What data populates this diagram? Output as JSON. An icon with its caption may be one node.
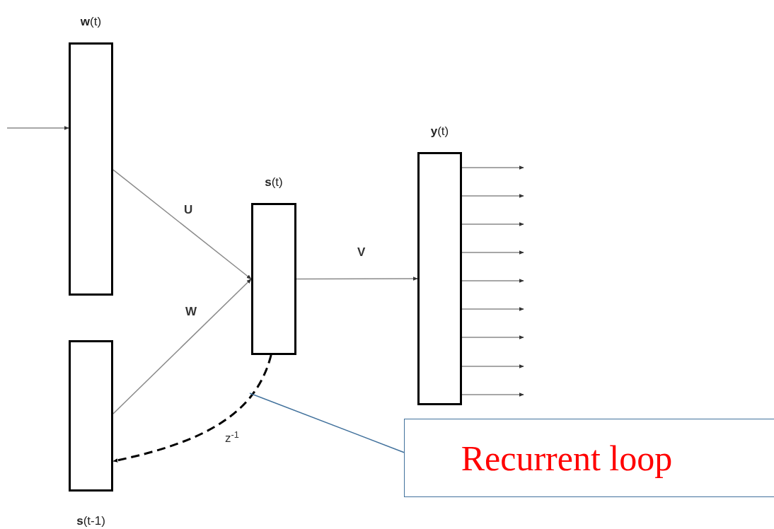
{
  "diagram": {
    "nodes": [
      {
        "text": [
          "**w**(t)"
        ]
      },
      {
        "text": [
          "**s**(t-1)"
        ]
      },
      {
        "text": [
          "**s**(t)"
        ]
      },
      {
        "text": [
          "**y**(t)"
        ]
      },
      {
        "text": [
          "Recurrent loop"
        ]
      }
    ],
    "edges": [
      {
        "from": null,
        "to": 0,
        "arrow": "to"
      },
      {
        "from": 0,
        "to": 2,
        "arrow": "to",
        "label": "U"
      },
      {
        "from": 1,
        "to": 2,
        "arrow": "to",
        "label": "W"
      },
      {
        "from": 2,
        "to": 3,
        "arrow": "to",
        "label": "V"
      },
      {
        "from": 3,
        "to": null,
        "arrow": "to"
      },
      {
        "from": 3,
        "to": null,
        "arrow": "to"
      },
      {
        "from": 3,
        "to": null,
        "arrow": "to"
      },
      {
        "from": 3,
        "to": null,
        "arrow": "to"
      },
      {
        "from": 3,
        "to": null,
        "arrow": "to"
      },
      {
        "from": 3,
        "to": null,
        "arrow": "to"
      },
      {
        "from": 3,
        "to": null,
        "arrow": "to"
      },
      {
        "from": 3,
        "to": null,
        "arrow": "to"
      },
      {
        "from": 3,
        "to": null,
        "arrow": "to"
      },
      {
        "from": 2,
        "to": 1,
        "arrow": "to",
        "label": "z$^{-1}$",
        "style": "dashed",
        "color": "#000000"
      },
      {
        "from": 4,
        "to": null,
        "arrow": "none",
        "color": "#41719c"
      }
    ]
  }
}
